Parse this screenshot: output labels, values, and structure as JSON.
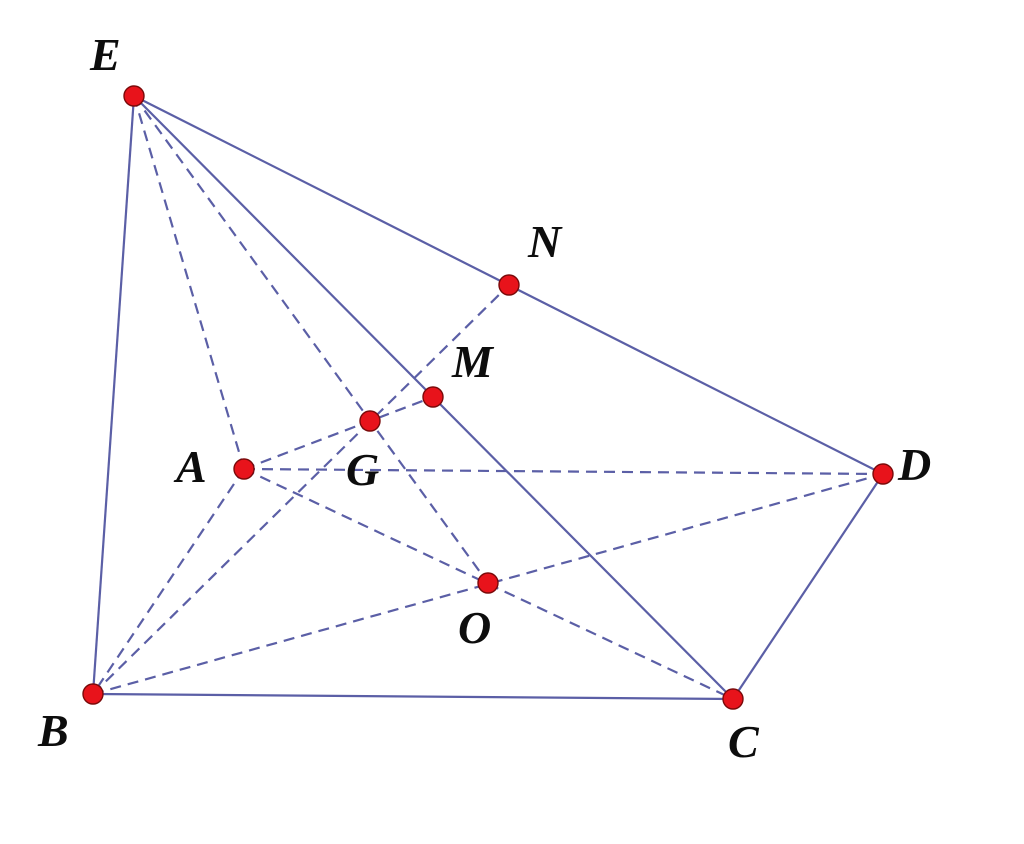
{
  "figure": {
    "labels": {
      "E": "E",
      "N": "N",
      "M": "M",
      "A": "A",
      "G": "G",
      "D": "D",
      "O": "O",
      "B": "B",
      "C": "C"
    },
    "edges": {
      "solid": [
        [
          "E",
          "B"
        ],
        [
          "E",
          "D"
        ],
        [
          "E",
          "C"
        ],
        [
          "B",
          "C"
        ],
        [
          "C",
          "D"
        ]
      ],
      "dashed": [
        [
          "E",
          "A"
        ],
        [
          "E",
          "O"
        ],
        [
          "A",
          "B"
        ],
        [
          "A",
          "D"
        ],
        [
          "A",
          "C"
        ],
        [
          "B",
          "D"
        ],
        [
          "B",
          "N"
        ],
        [
          "A",
          "M"
        ]
      ]
    },
    "colors": {
      "line": "#5b5fa6",
      "point": "#e8131b",
      "label": "#0d0d0d"
    }
  }
}
